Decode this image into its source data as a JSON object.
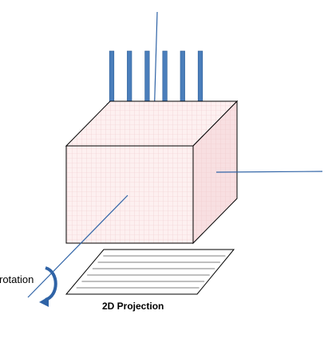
{
  "labels": {
    "rotation": "rotation",
    "projection": "2D Projection"
  },
  "colors": {
    "arrow": "#4a7ebb",
    "arrow_edge": "#2e5f97",
    "cube_face": "#fdf0f0",
    "cube_grid": "#efc9cc",
    "edge": "#000000",
    "axis_line": "#2f63a6",
    "rotation_arrow": "#2f63a6"
  },
  "beam_arrow_count": 6,
  "projection_line_count": 6
}
